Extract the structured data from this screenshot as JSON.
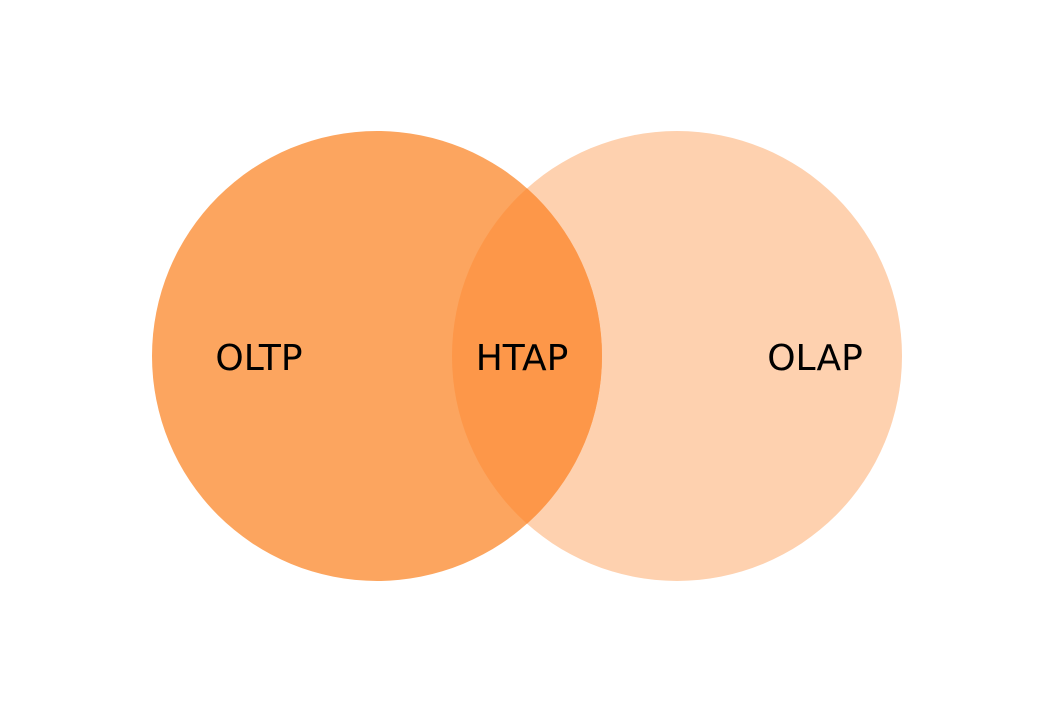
{
  "diagram": {
    "left": {
      "label": "OLTP",
      "color": "#FCA55F"
    },
    "right": {
      "label": "OLAP",
      "color": "#FED1AF"
    },
    "intersection": {
      "label": "HTAP",
      "color": "#FD9749"
    }
  }
}
